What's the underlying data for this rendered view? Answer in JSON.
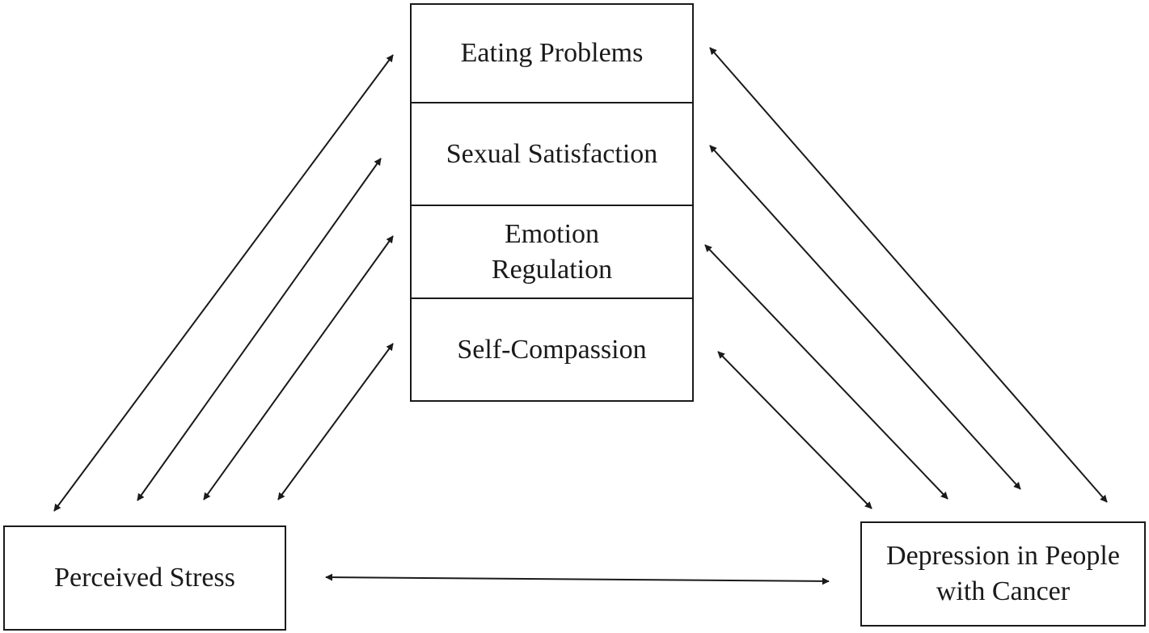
{
  "nodes": {
    "eating_problems": "Eating Problems",
    "sexual_satisfaction": "Sexual Satisfaction",
    "emotion_regulation": [
      "Emotion",
      "Regulation"
    ],
    "self_compassion": "Self-Compassion",
    "perceived_stress": "Perceived Stress",
    "depression": [
      "Depression in People",
      "with Cancer"
    ]
  },
  "relations": [
    {
      "from": "perceived_stress",
      "to": "eating_problems",
      "type": "bidirectional"
    },
    {
      "from": "perceived_stress",
      "to": "sexual_satisfaction",
      "type": "bidirectional"
    },
    {
      "from": "perceived_stress",
      "to": "emotion_regulation",
      "type": "bidirectional"
    },
    {
      "from": "perceived_stress",
      "to": "self_compassion",
      "type": "bidirectional"
    },
    {
      "from": "eating_problems",
      "to": "depression",
      "type": "bidirectional"
    },
    {
      "from": "sexual_satisfaction",
      "to": "depression",
      "type": "bidirectional"
    },
    {
      "from": "emotion_regulation",
      "to": "depression",
      "type": "bidirectional"
    },
    {
      "from": "self_compassion",
      "to": "depression",
      "type": "bidirectional"
    },
    {
      "from": "perceived_stress",
      "to": "depression",
      "type": "bidirectional"
    }
  ]
}
